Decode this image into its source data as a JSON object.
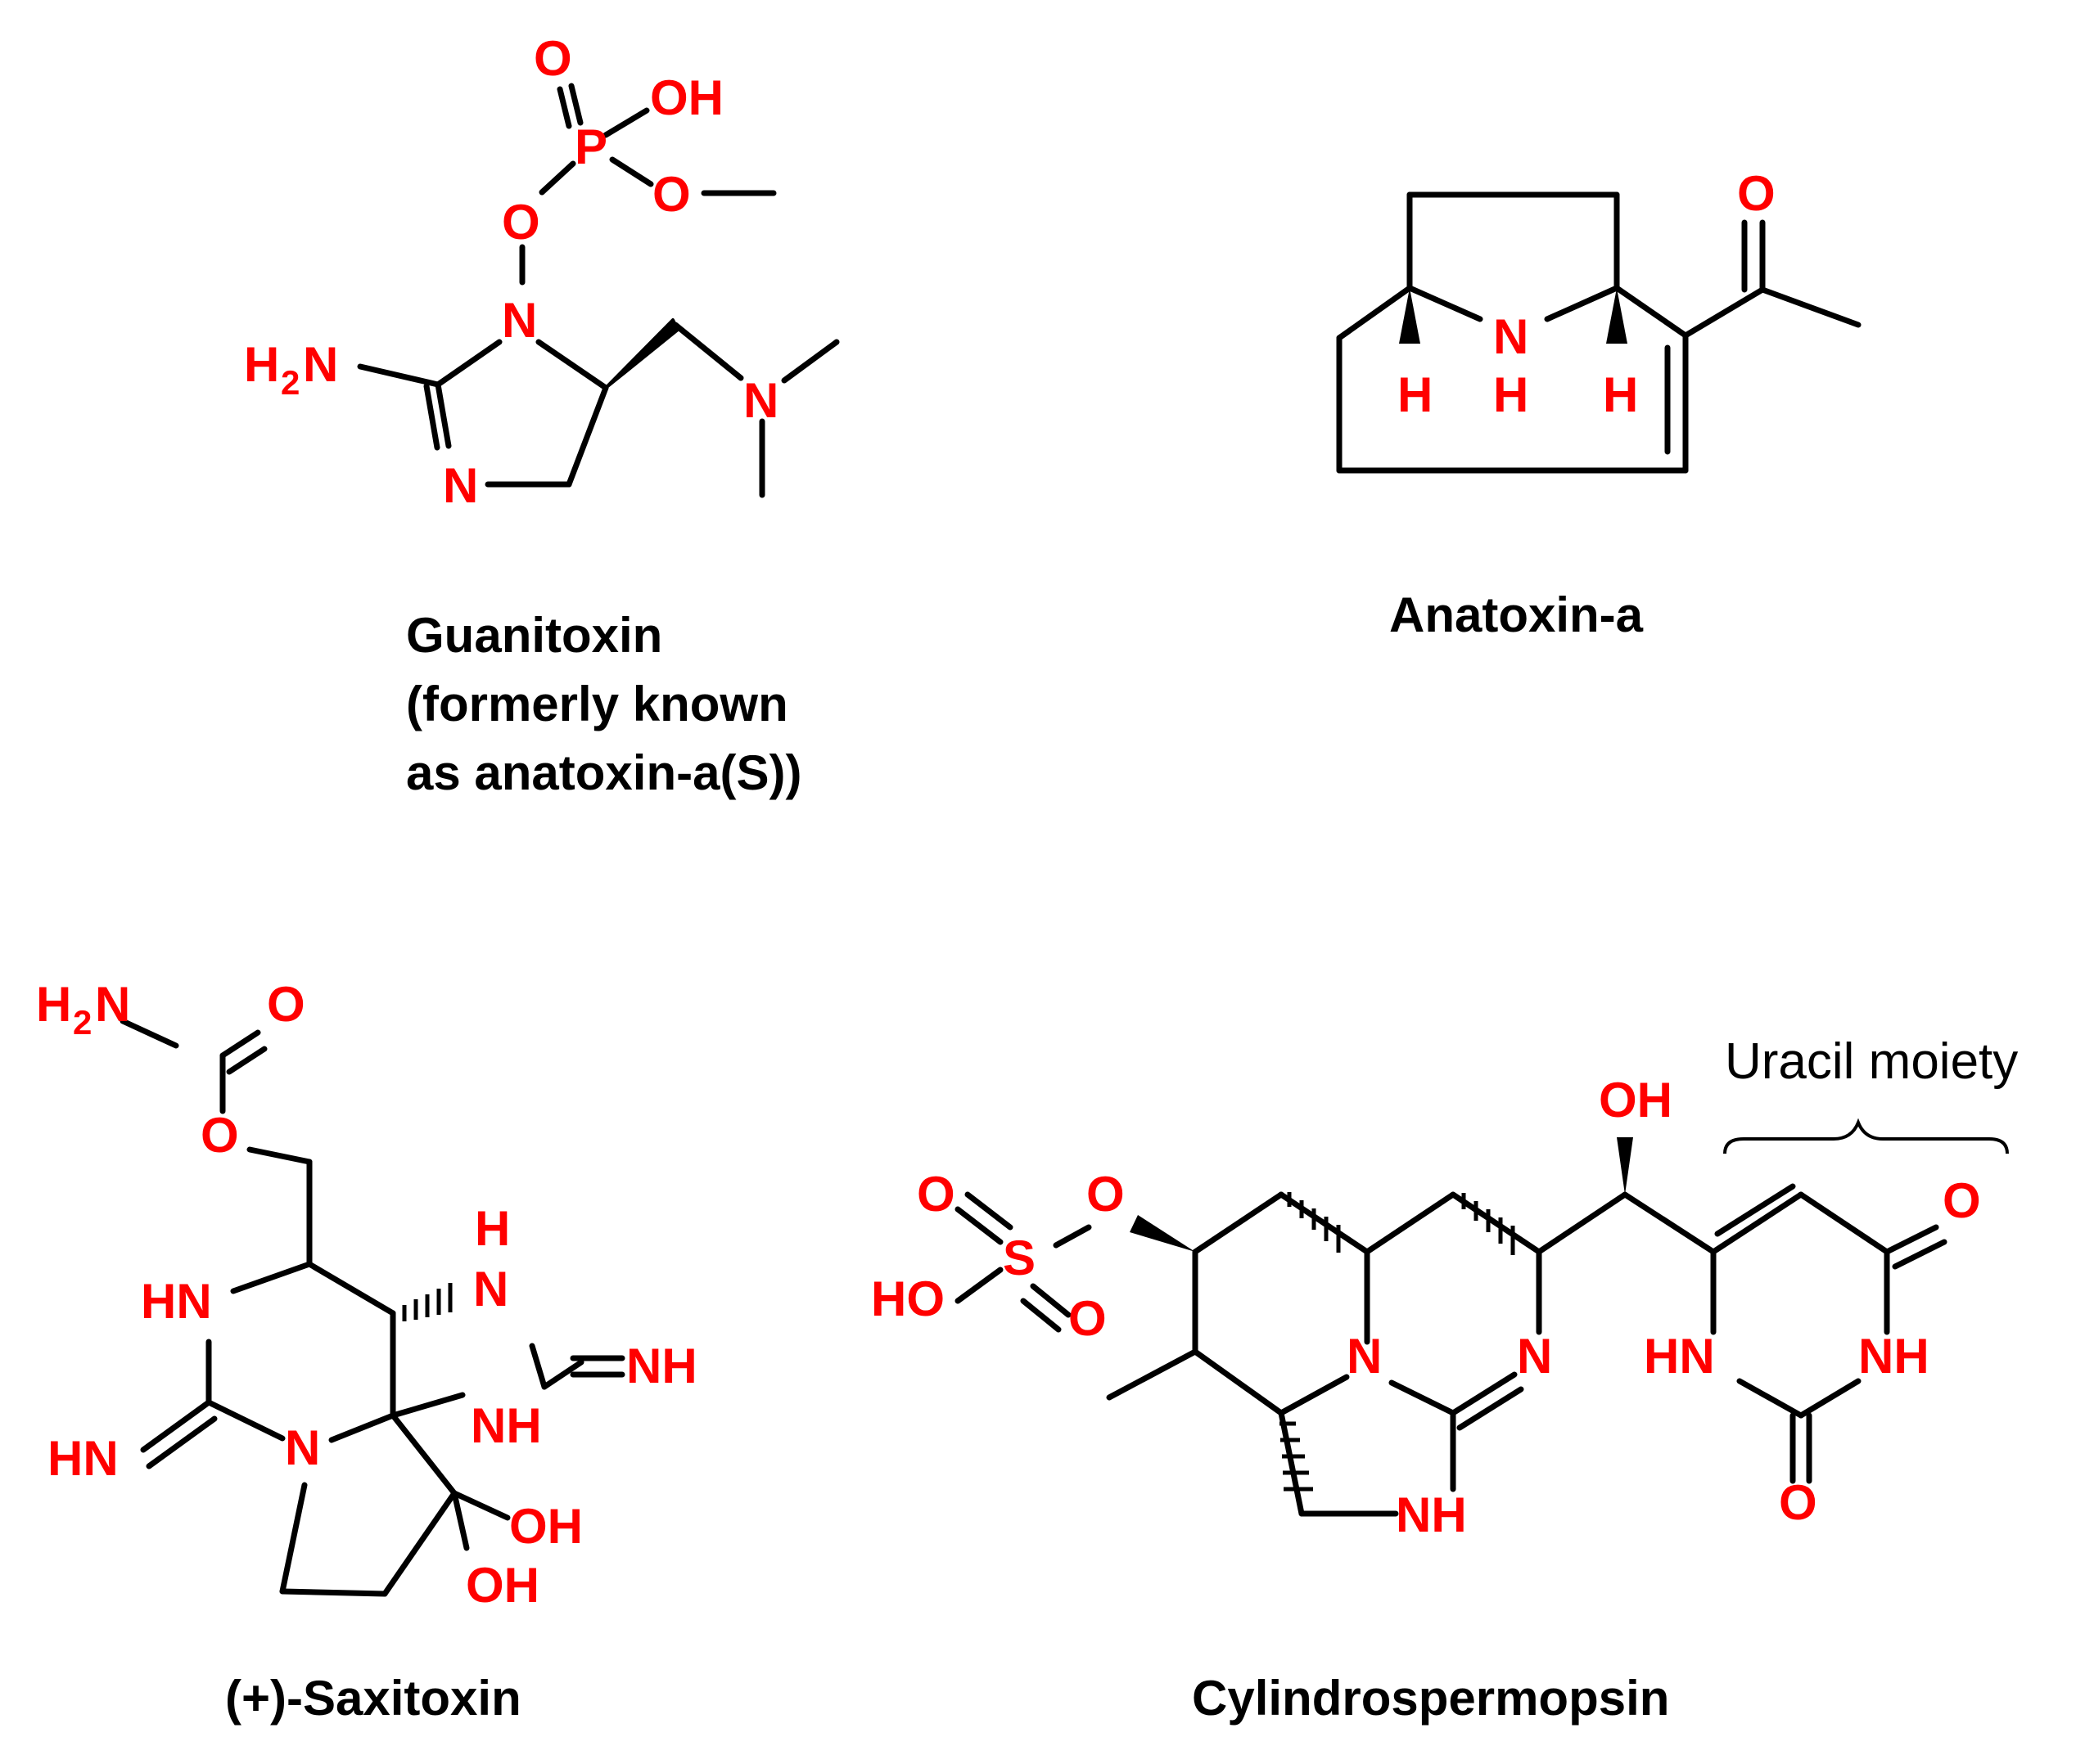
{
  "colors": {
    "heteroatom": "#ff0000",
    "bond": "#000000",
    "caption": "#000000",
    "background": "#ffffff"
  },
  "guanitoxin": {
    "caption": [
      "Guanitoxin",
      "(formerly known",
      "as anatoxin-a(S))"
    ],
    "atoms": {
      "o_dbl": "O",
      "oh": "OH",
      "p": "P",
      "o_ester1": "O",
      "o_ester2": "O",
      "n_ring": "N",
      "h2n_h": "H",
      "h2n_2": "2",
      "h2n_n": "N",
      "n_imine": "N",
      "n_amine": "N"
    }
  },
  "anatoxin_a": {
    "caption": "Anatoxin-a",
    "atoms": {
      "o_ketone": "O",
      "n_bridge": "N",
      "h_nh": "H",
      "h_left": "H",
      "h_right": "H"
    }
  },
  "saxitoxin": {
    "caption": "(+)-Saxitoxin",
    "atoms": {
      "h2n_h": "H",
      "h2n_2": "2",
      "h2n_n": "N",
      "o_carbonyl": "O",
      "o_ester": "O",
      "h_top": "H",
      "n_top": "N",
      "hn_left": "HN",
      "nh_imine_r": "NH",
      "nh_mid": "NH",
      "hn_imine_l": "HN",
      "n_ring": "N",
      "oh_1": "OH",
      "oh_2": "OH"
    }
  },
  "cylindrospermopsin": {
    "caption": "Cylindrospermopsin",
    "annotation": "Uracil moiety",
    "atoms": {
      "oh_top": "OH",
      "o_sulfonyl_1": "O",
      "o_ester": "O",
      "s": "S",
      "ho": "HO",
      "o_sulfonyl_2": "O",
      "n_ring": "N",
      "n_imine": "N",
      "nh_ring": "NH",
      "hn_uracil": "HN",
      "nh_uracil": "NH",
      "o_uracil_top": "O",
      "o_uracil_bottom": "O"
    }
  }
}
